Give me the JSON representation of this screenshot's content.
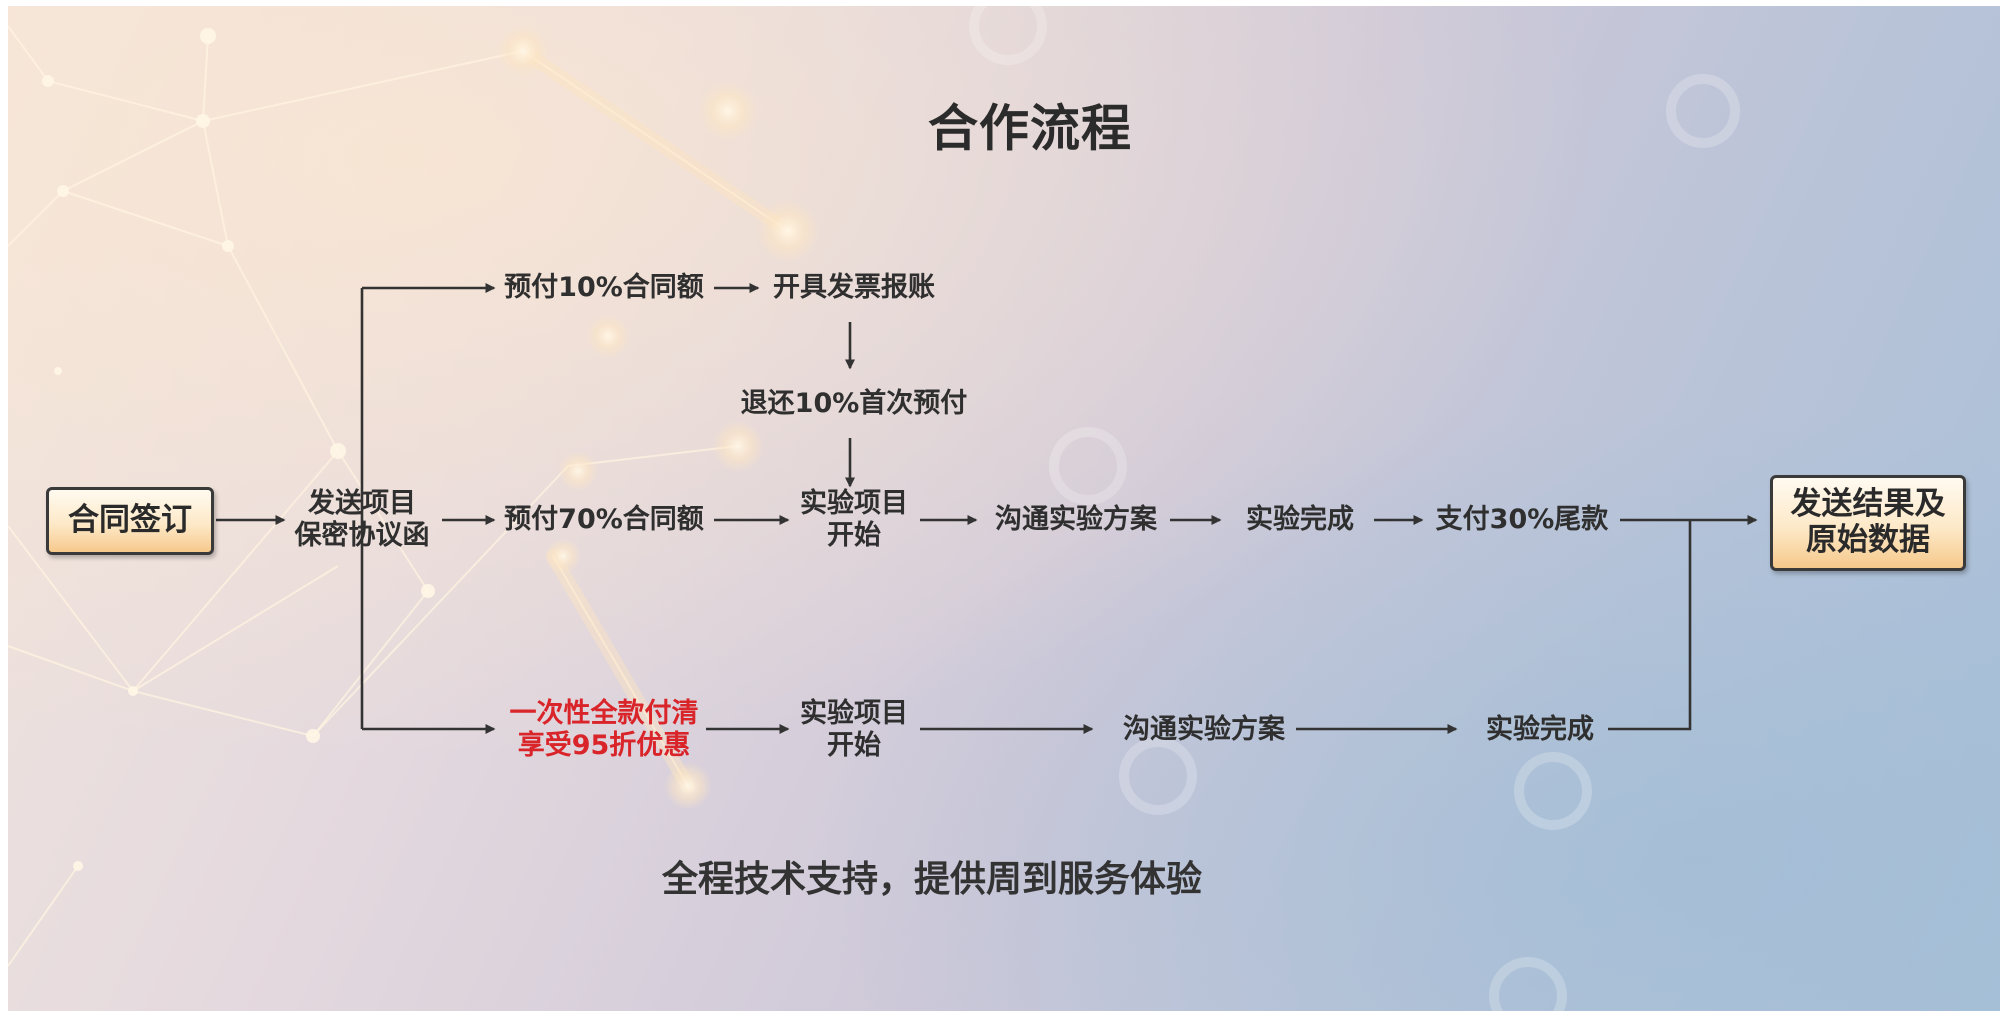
{
  "title": "合作流程",
  "footer": "全程技术支持，提供周到服务体验",
  "nodes": {
    "contract_signing": "合同签订",
    "send_nda": "发送项目\n保密协议函",
    "prepay_10": "预付10%合同额",
    "invoice": "开具发票报账",
    "refund_10": "退还10%首次预付",
    "prepay_70": "预付70%合同额",
    "start_mid": "实验项目\n开始",
    "plan_mid": "沟通实验方案",
    "done_mid": "实验完成",
    "pay_30": "支付30%尾款",
    "full_pay": "一次性全款付清\n享受95折优惠",
    "start_bottom": "实验项目\n开始",
    "plan_bottom": "沟通实验方案",
    "done_bottom": "实验完成",
    "send_results": "发送结果及\n原始数据"
  },
  "colors": {
    "text": "#2f2f2f",
    "highlight": "#d9252a",
    "box_fill": "#fde9c8",
    "box_border": "#3a3a3a",
    "arrow": "#333333"
  }
}
